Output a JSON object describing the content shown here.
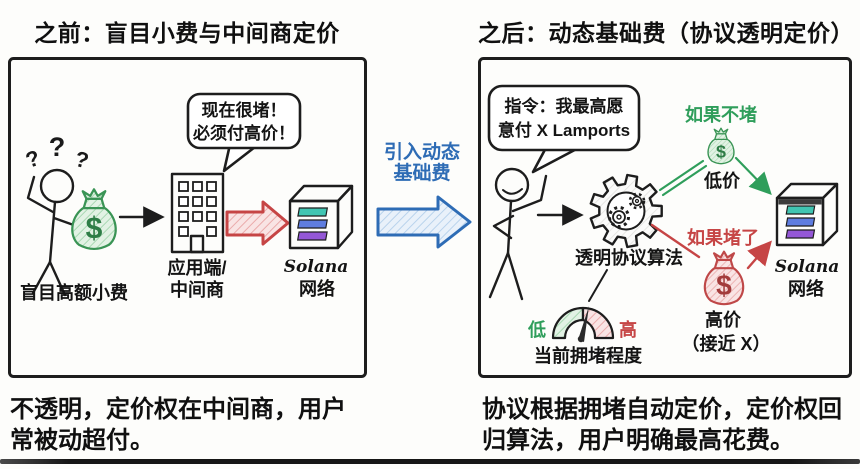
{
  "titles": {
    "left": "之前：盲目小费与中间商定价",
    "right": "之后：动态基础费（协议透明定价）"
  },
  "transition": {
    "line1": "引入动态",
    "line2": "基础费"
  },
  "left_panel": {
    "question_marks": [
      "?",
      "?",
      "?"
    ],
    "bubble_line1": "现在很堵！",
    "bubble_line2": "必须付高价！",
    "user_label": "盲目高额小费",
    "middleman_line1": "应用端/",
    "middleman_line2": "中间商",
    "network_line1": "Solana",
    "network_line2": "网络",
    "dollar": "$"
  },
  "right_panel": {
    "bubble_line1": "指令：我最高愿",
    "bubble_line2": "意付 X Lamports",
    "algorithm_label": "透明协议算法",
    "uncongested_label": "如果不堵",
    "low_price_label": "低价",
    "congested_label": "如果堵了",
    "high_price_line1": "高价",
    "high_price_line2": "（接近 X）",
    "gauge_low": "低",
    "gauge_high": "高",
    "gauge_label": "当前拥堵程度",
    "network_line1": "Solana",
    "network_line2": "网络",
    "dollar": "$"
  },
  "captions": {
    "left_line1": "不透明，定价权在中间商，用户",
    "left_line2": "常被动超付。",
    "right_line1": "协议根据拥堵自动定价，定价权回",
    "right_line2": "归算法，用户明确最高花费。"
  },
  "colors": {
    "ink": "#1d1d1d",
    "green": "#2f9e5b",
    "red": "#c64545",
    "blue": "#2e6cb5",
    "solana_teal": "#41c5b2",
    "solana_blue": "#5f7de0",
    "solana_purple": "#9457d6",
    "background": "#fdfdfb"
  }
}
